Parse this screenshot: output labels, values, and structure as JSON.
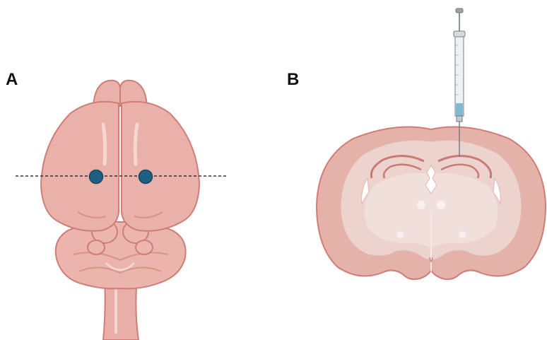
{
  "panels": {
    "a": {
      "label": "A"
    },
    "b": {
      "label": "B"
    }
  },
  "colors": {
    "brain_fill": "#eab1aa",
    "brain_fill_light": "#f0c4bd",
    "brain_fill_dark": "#d9928b",
    "brain_outline": "#cf7d76",
    "slice_outer": "#e5b2aa",
    "slice_inner": "#edd3ce",
    "slice_core": "#f1dfdb",
    "injection_site": "#1f5f82",
    "dotted_line": "#333333",
    "syringe_body": "#eef1f3",
    "syringe_liquid": "#7fb9d6",
    "syringe_metal": "#9aa3aa"
  },
  "icons": {
    "dorsal_brain": "mouse-brain-dorsal-view",
    "coronal_section": "mouse-brain-coronal-section",
    "syringe": "hamilton-syringe",
    "injection_dot": "injection-site-marker"
  }
}
